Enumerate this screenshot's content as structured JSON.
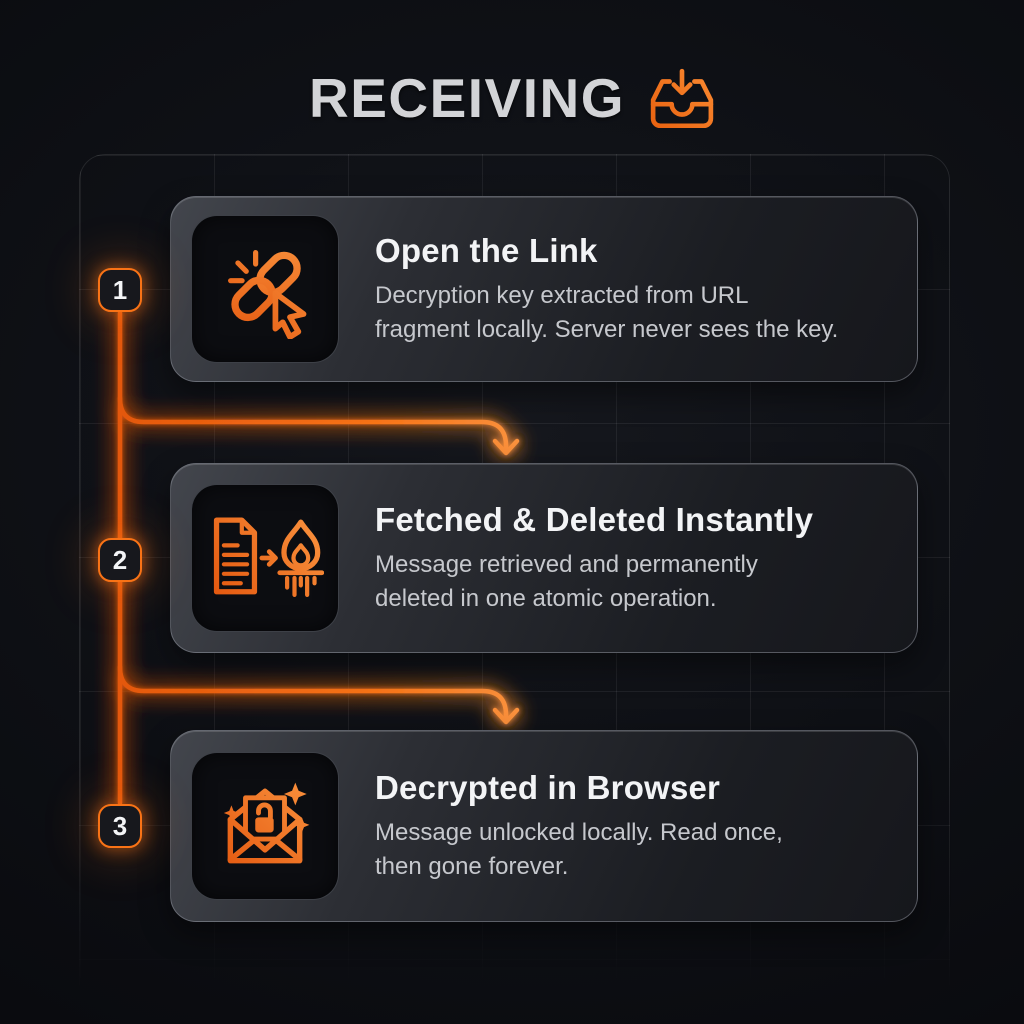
{
  "header": {
    "title": "RECEIVING",
    "icon": "inbox-download-icon"
  },
  "colors": {
    "accent_orange": "#F97316",
    "accent_orange_deep": "#E2560E",
    "accent_orange_light": "#FB9744",
    "title_gray": "#D3D4D7",
    "card_title_white": "#F3F4F6",
    "body_gray": "#C6C8CD"
  },
  "steps": [
    {
      "number": "1",
      "title": "Open the Link",
      "body_line1": "Decryption key extracted from URL",
      "body_line2": "fragment locally. Server never sees the key.",
      "icon": "broken-link-cursor-icon"
    },
    {
      "number": "2",
      "title": "Fetched & Deleted Instantly",
      "body_line1": "Message retrieved and permanently",
      "body_line2": "deleted in one atomic operation.",
      "icon": "document-to-fire-icon"
    },
    {
      "number": "3",
      "title": "Decrypted in Browser",
      "body_line1": "Message unlocked locally. Read once,",
      "body_line2": "then gone forever.",
      "icon": "envelope-unlock-icon"
    }
  ]
}
